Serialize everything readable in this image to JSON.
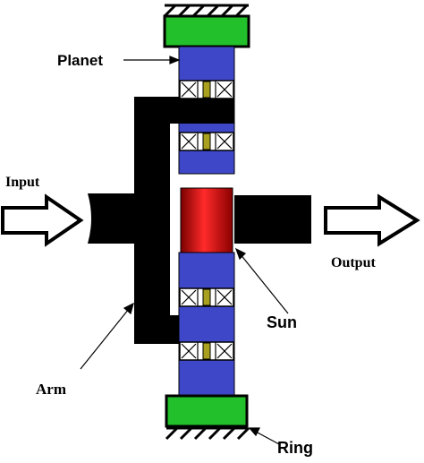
{
  "labels": {
    "planet": "Planet",
    "input": "Input",
    "output": "Output",
    "sun": "Sun",
    "arm": "Arm",
    "ring": "Ring"
  },
  "colors": {
    "ring": "#22c02a",
    "planet": "#3f47c9",
    "sun": "#e01414",
    "shaft": "#000000",
    "bearing_core": "#a8a01e"
  },
  "icons": {
    "hatch": "ground-hatch-icon",
    "bearing": "bearing-x-icon",
    "arrow": "hollow-arrow-icon"
  }
}
